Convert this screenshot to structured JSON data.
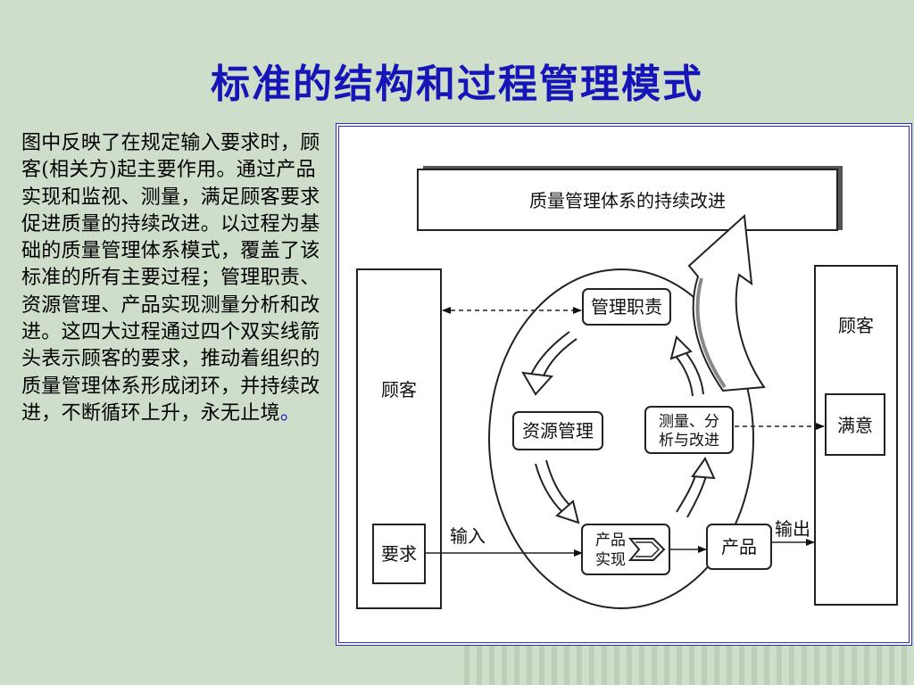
{
  "title": "标准的结构和过程管理模式",
  "description": {
    "text": "图中反映了在规定输入要求时，顾客(相关方)起主要作用。通过产品实现和监视、测量，满足顾客要求促进质量的持续改进。以过程为基础的质量管理体系模式，覆盖了该标准的所有主要过程；管理职责、资源管理、产品实现测量分析和改进。这四大过程通过四个双实线箭头表示顾客的要求，推动着组织的质量管理体系形成闭环，并持续改进，不断循环上升，永无止境",
    "end_mark": "。"
  },
  "diagram": {
    "improvement": "质量管理体系的持续改进",
    "customer_left": "顾客",
    "requirement": "要求",
    "input": "输入",
    "management": "管理职责",
    "resource": "资源管理",
    "measure_line1": "测量、分",
    "measure_line2": "析与改进",
    "realization_line1": "产品",
    "realization_line2": "实现",
    "product": "产品",
    "output": "输出",
    "customer_right": "顾客",
    "satisfaction": "满意"
  },
  "colors": {
    "title": "#1515b8",
    "background": "#cfdecb",
    "frame_border": "#2a2ad8"
  }
}
